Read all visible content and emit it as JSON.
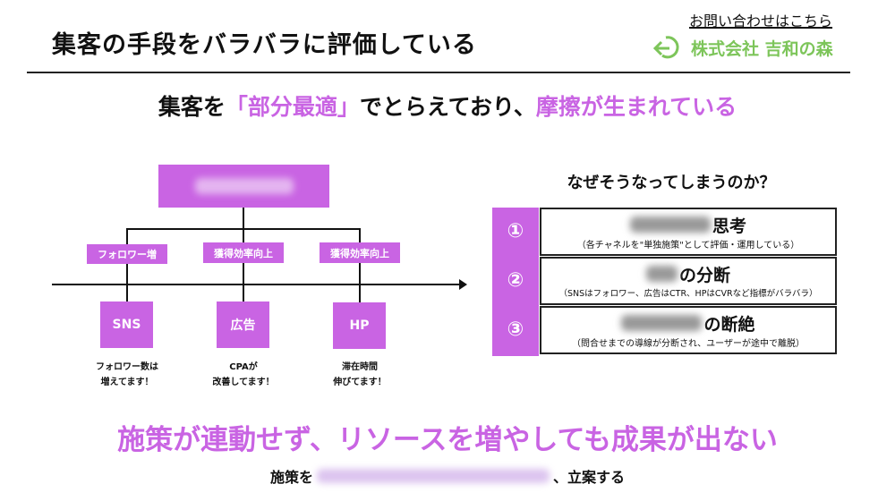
{
  "header": {
    "title": "集客の手段をバラバラに評価している",
    "contact_link": "お問い合わせはこちら",
    "logo_text": "株式会社 吉和の森"
  },
  "subtitle": {
    "pre": "集客を",
    "highlight1": "「部分最適」",
    "mid": "でとらえており、",
    "highlight2": "摩擦が生まれている"
  },
  "diagram": {
    "branches": [
      {
        "kpi": "フォロワー増",
        "channel": "SNS",
        "note_line1": "フォロワー数は",
        "note_line2": "増えてます！"
      },
      {
        "kpi": "獲得効率向上",
        "channel": "広告",
        "note_line1": "CPAが",
        "note_line2": "改善してます！"
      },
      {
        "kpi": "獲得効率向上",
        "channel": "HP",
        "note_line1": "滞在時間",
        "note_line2": "伸びてます！"
      }
    ]
  },
  "why": {
    "heading": "なぜそうなってしまうのか？",
    "items": [
      {
        "num": "①",
        "title": "思考",
        "desc": "（各チャネルを\"単独施策\"として評価・運用している）"
      },
      {
        "num": "②",
        "title": "の分断",
        "desc": "（SNSはフォロワー、広告はCTR、HPはCVRなど指標がバラバラ）"
      },
      {
        "num": "③",
        "title": "の断絶",
        "desc": "（問合せまでの導線が分断され、ユーザーが途中で離脱）"
      }
    ]
  },
  "conclusion": {
    "headline": "施策が連動せず、リソースを増やしても成果が出ない",
    "pre": "施策を",
    "post": "、立案する"
  },
  "colors": {
    "accent": "#c964e3",
    "logo": "#7dc55a"
  }
}
